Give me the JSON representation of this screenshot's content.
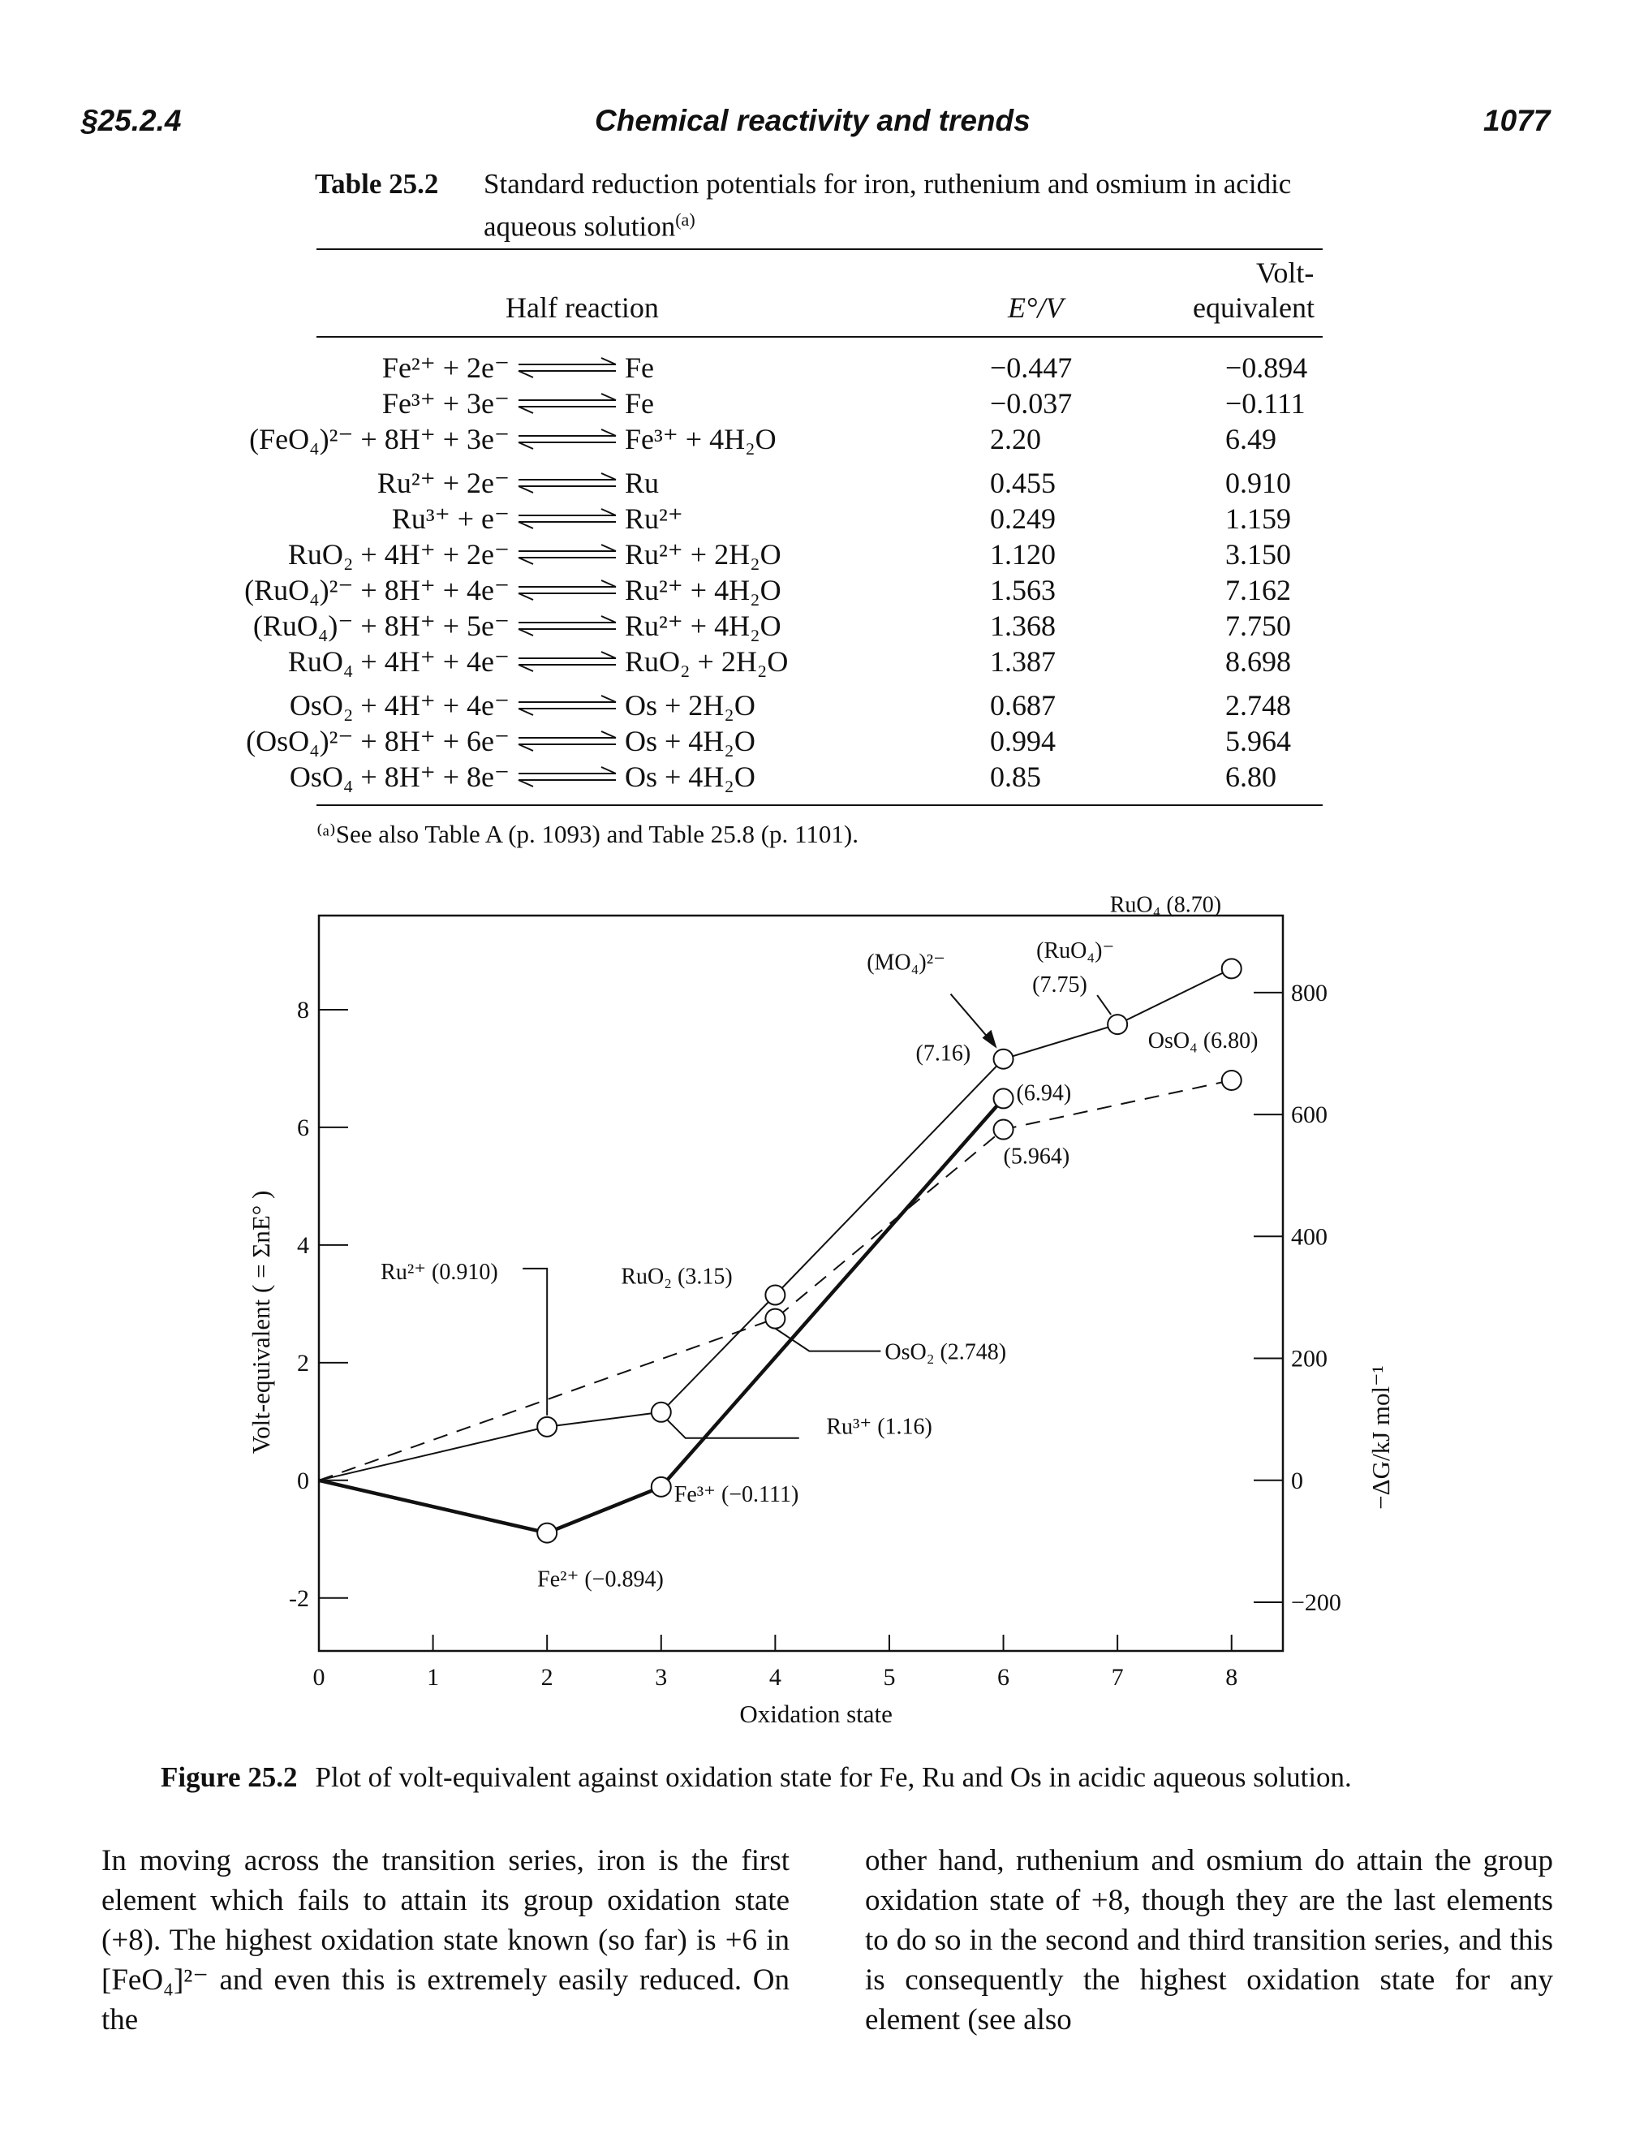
{
  "header": {
    "section": "§25.2.4",
    "title": "Chemical reactivity and trends",
    "page": "1077"
  },
  "table": {
    "label": "Table 25.2",
    "caption": "Standard reduction potentials for iron, ruthenium and osmium in acidic aqueous solution",
    "caption_note": "(a)",
    "col_half": "Half reaction",
    "col_e": "E°/V",
    "col_ve_1": "Volt-",
    "col_ve_2": "equivalent",
    "rows": [
      {
        "lhs": "Fe²⁺ + 2e⁻",
        "rhs": "Fe",
        "e": "−0.447",
        "ve": "−0.894"
      },
      {
        "lhs": "Fe³⁺ + 3e⁻",
        "rhs": "Fe",
        "e": "−0.037",
        "ve": "−0.111"
      },
      {
        "lhs": "(FeO₄)²⁻ + 8H⁺ + 3e⁻",
        "rhs": "Fe³⁺ + 4H₂O",
        "e": "2.20",
        "ve": "6.49"
      },
      {
        "lhs": "Ru²⁺ + 2e⁻",
        "rhs": "Ru",
        "e": "0.455",
        "ve": "0.910"
      },
      {
        "lhs": "Ru³⁺ + e⁻",
        "rhs": "Ru²⁺",
        "e": "0.249",
        "ve": "1.159"
      },
      {
        "lhs": "RuO₂ + 4H⁺ + 2e⁻",
        "rhs": "Ru²⁺ + 2H₂O",
        "e": "1.120",
        "ve": "3.150"
      },
      {
        "lhs": "(RuO₄)²⁻ + 8H⁺ + 4e⁻",
        "rhs": "Ru²⁺ + 4H₂O",
        "e": "1.563",
        "ve": "7.162"
      },
      {
        "lhs": "(RuO₄)⁻ + 8H⁺ + 5e⁻",
        "rhs": "Ru²⁺ + 4H₂O",
        "e": "1.368",
        "ve": "7.750"
      },
      {
        "lhs": "RuO₄ + 4H⁺ + 4e⁻",
        "rhs": "RuO₂ + 2H₂O",
        "e": "1.387",
        "ve": "8.698"
      },
      {
        "lhs": "OsO₂ + 4H⁺ + 4e⁻",
        "rhs": "Os + 2H₂O",
        "e": "0.687",
        "ve": "2.748"
      },
      {
        "lhs": "(OsO₄)²⁻ + 8H⁺ + 6e⁻",
        "rhs": "Os + 4H₂O",
        "e": "0.994",
        "ve": "5.964"
      },
      {
        "lhs": "OsO₄ + 8H⁺ + 8e⁻",
        "rhs": "Os + 4H₂O",
        "e": "0.85",
        "ve": "6.80"
      }
    ],
    "footnote": "⁽ᵃ⁾See also Table A (p. 1093) and Table 25.8 (p. 1101)."
  },
  "chart_data": {
    "type": "line",
    "xlabel": "Oxidation state",
    "ylabel": "Volt-equivalent ( = ΣnE° )",
    "ylabel_right": "−ΔG/kJ mol⁻¹",
    "xlim": [
      0,
      8.45
    ],
    "ylim": [
      -2.9,
      9.6
    ],
    "xticks": [
      0,
      1,
      2,
      3,
      4,
      5,
      6,
      7,
      8
    ],
    "yticks_left": [
      -2,
      0,
      2,
      4,
      6,
      8
    ],
    "yticks_right": [
      {
        "value": -2.073,
        "label": "−200"
      },
      {
        "value": 0,
        "label": "0"
      },
      {
        "value": 2.073,
        "label": "200"
      },
      {
        "value": 4.146,
        "label": "400"
      },
      {
        "value": 6.218,
        "label": "600"
      },
      {
        "value": 8.291,
        "label": "800"
      }
    ],
    "series": [
      {
        "style": "thick",
        "points": [
          [
            0,
            0
          ],
          [
            2,
            -0.894
          ],
          [
            3,
            -0.111
          ],
          [
            6,
            6.49
          ]
        ]
      },
      {
        "style": "thin",
        "points": [
          [
            0,
            0
          ],
          [
            2,
            0.91
          ],
          [
            3,
            1.159
          ],
          [
            4,
            3.15
          ],
          [
            6,
            7.162
          ],
          [
            7,
            7.75
          ],
          [
            8,
            8.698
          ]
        ]
      },
      {
        "style": "dashed",
        "points": [
          [
            0,
            0
          ],
          [
            4,
            2.748
          ],
          [
            6,
            5.964
          ],
          [
            8,
            6.8
          ]
        ]
      }
    ],
    "annotations": [
      {
        "text": "RuO₄ (8.70)"
      },
      {
        "text": "(RuO₄)⁻"
      },
      {
        "text": "(7.75)"
      },
      {
        "text": "(MO₄)²⁻"
      },
      {
        "text": "(7.16)"
      },
      {
        "text": "OsO₄ (6.80)"
      },
      {
        "text": "(6.94)"
      },
      {
        "text": "(5.964)"
      },
      {
        "text": "RuO₂ (3.15)"
      },
      {
        "text": "Ru²⁺ (0.910)"
      },
      {
        "text": "OsO₂ (2.748)"
      },
      {
        "text": "Ru³⁺ (1.16)"
      },
      {
        "text": "Fe³⁺ (−0.111)"
      },
      {
        "text": "Fe²⁺ (−0.894)"
      }
    ]
  },
  "figure": {
    "label": "Figure 25.2",
    "caption": "Plot of volt-equivalent against oxidation state for Fe, Ru and Os in acidic aqueous solution."
  },
  "body": {
    "col1": "In moving across the transition series, iron is the first element which fails to attain its group oxidation state (+8). The highest oxidation state known (so far) is +6 in [FeO₄]²⁻ and even this is extremely easily reduced. On the",
    "col2": "other hand, ruthenium and osmium do attain the group oxidation state of +8, though they are the last elements to do so in the second and third transition series, and this is consequently the highest oxidation state for any element (see also"
  }
}
